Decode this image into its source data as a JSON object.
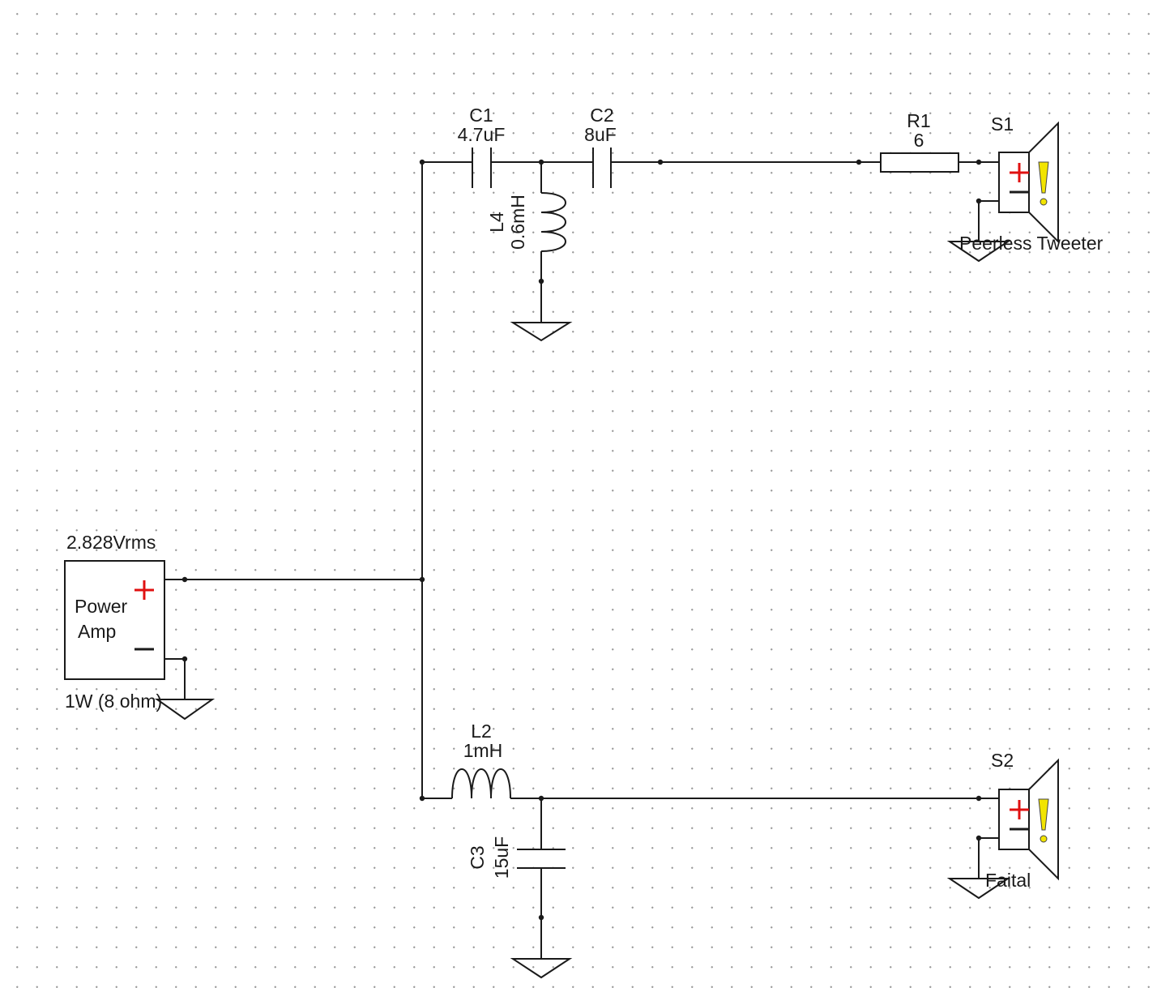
{
  "components": {
    "amp": {
      "ref": "Power Amp",
      "line1": "Power",
      "line2": "Amp",
      "voltage": "2.828Vrms",
      "power": "1W (8 ohm)"
    },
    "c1": {
      "ref": "C1",
      "value": "4.7uF"
    },
    "c2": {
      "ref": "C2",
      "value": "8uF"
    },
    "c3": {
      "ref": "C3",
      "value": "15uF"
    },
    "l2": {
      "ref": "L2",
      "value": "1mH"
    },
    "l4": {
      "ref": "L4",
      "value": "0.6mH"
    },
    "r1": {
      "ref": "R1",
      "value": "6"
    },
    "s1": {
      "ref": "S1",
      "model": "Peerless Tweeter"
    },
    "s2": {
      "ref": "S2",
      "model": "Faital"
    }
  },
  "colors": {
    "polarity": "#e01010",
    "warning": "#f2e400",
    "wire": "#1a1a1a"
  },
  "icons": {
    "polarity_plus": "plus-icon",
    "polarity_minus": "minus-icon",
    "speaker_warning": "warning-icon"
  }
}
